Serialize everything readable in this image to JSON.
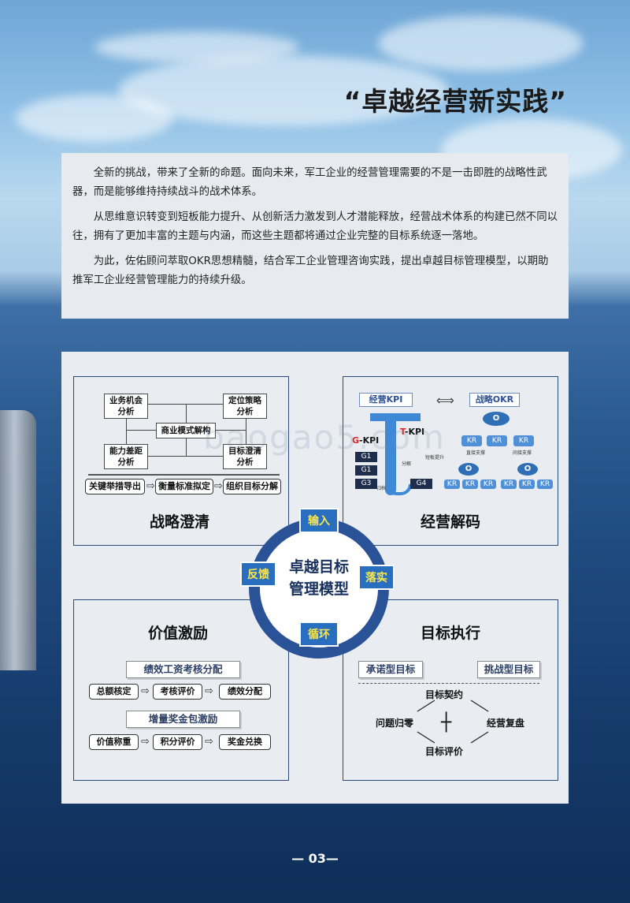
{
  "title": "“卓越经营新实践”",
  "intro": [
    "全新的挑战，带来了全新的命题。面向未来，军工企业的经营管理需要的不是一击即胜的战略性武器，而是能够维持持续战斗的战术体系。",
    "从思维意识转变到短板能力提升、从创新活力激发到人才潜能释放，经营战术体系的构建已然不同以往，拥有了更加丰富的主题与内涵，而这些主题都将通过企业完整的目标系统逐一落地。",
    "为此，佐佑顾问萃取OKR思想精髓，结合军工企业管理咨询实践，提出卓越目标管理模型，以期助推军工企业经营管理能力的持续升级。"
  ],
  "watermark": "baogao5.com",
  "strategy": {
    "title": "战略澄清",
    "tl": "业务机会\n分析",
    "tr": "定位策略\n分析",
    "center": "商业模式解构",
    "bl": "能力差距\n分析",
    "br": "目标澄清\n分析",
    "steps": [
      "关键举措导出",
      "衡量标准拟定",
      "组织目标分解"
    ]
  },
  "decode": {
    "title": "经营解码",
    "kpi_label": "经营KPI",
    "okr_label": "战略OKR",
    "gkpi": "G-KPI",
    "tkpi": "T-KPI",
    "g_items": [
      "G1",
      "G1",
      "G3",
      "G4"
    ],
    "small": [
      "分解",
      "归档",
      "短板提升"
    ],
    "okr_o": "O",
    "okr_kr": "KR",
    "okr_notes": [
      "直接支撑",
      "间接支撑"
    ]
  },
  "value": {
    "title": "价值激励",
    "h1": "绩效工资考核分配",
    "row1": [
      "总额核定",
      "考核评价",
      "绩效分配"
    ],
    "h2": "增量奖金包激励",
    "row2": [
      "价值称重",
      "积分评价",
      "奖金兑换"
    ]
  },
  "exec": {
    "title": "目标执行",
    "left_tag": "承诺型目标",
    "right_tag": "挑战型目标",
    "top": "目标契约",
    "left": "问题归零",
    "right": "经营复盘",
    "bottom": "目标评价"
  },
  "model": {
    "center_line1": "卓越目标",
    "center_line2": "管理模型",
    "tags": {
      "input": "输入",
      "land": "落实",
      "cycle": "循环",
      "feedback": "反馈"
    }
  },
  "page_number": "— 03—",
  "colors": {
    "accent": "#2a5296",
    "tag_text": "#ffe648",
    "panel": "#e9edf2"
  }
}
